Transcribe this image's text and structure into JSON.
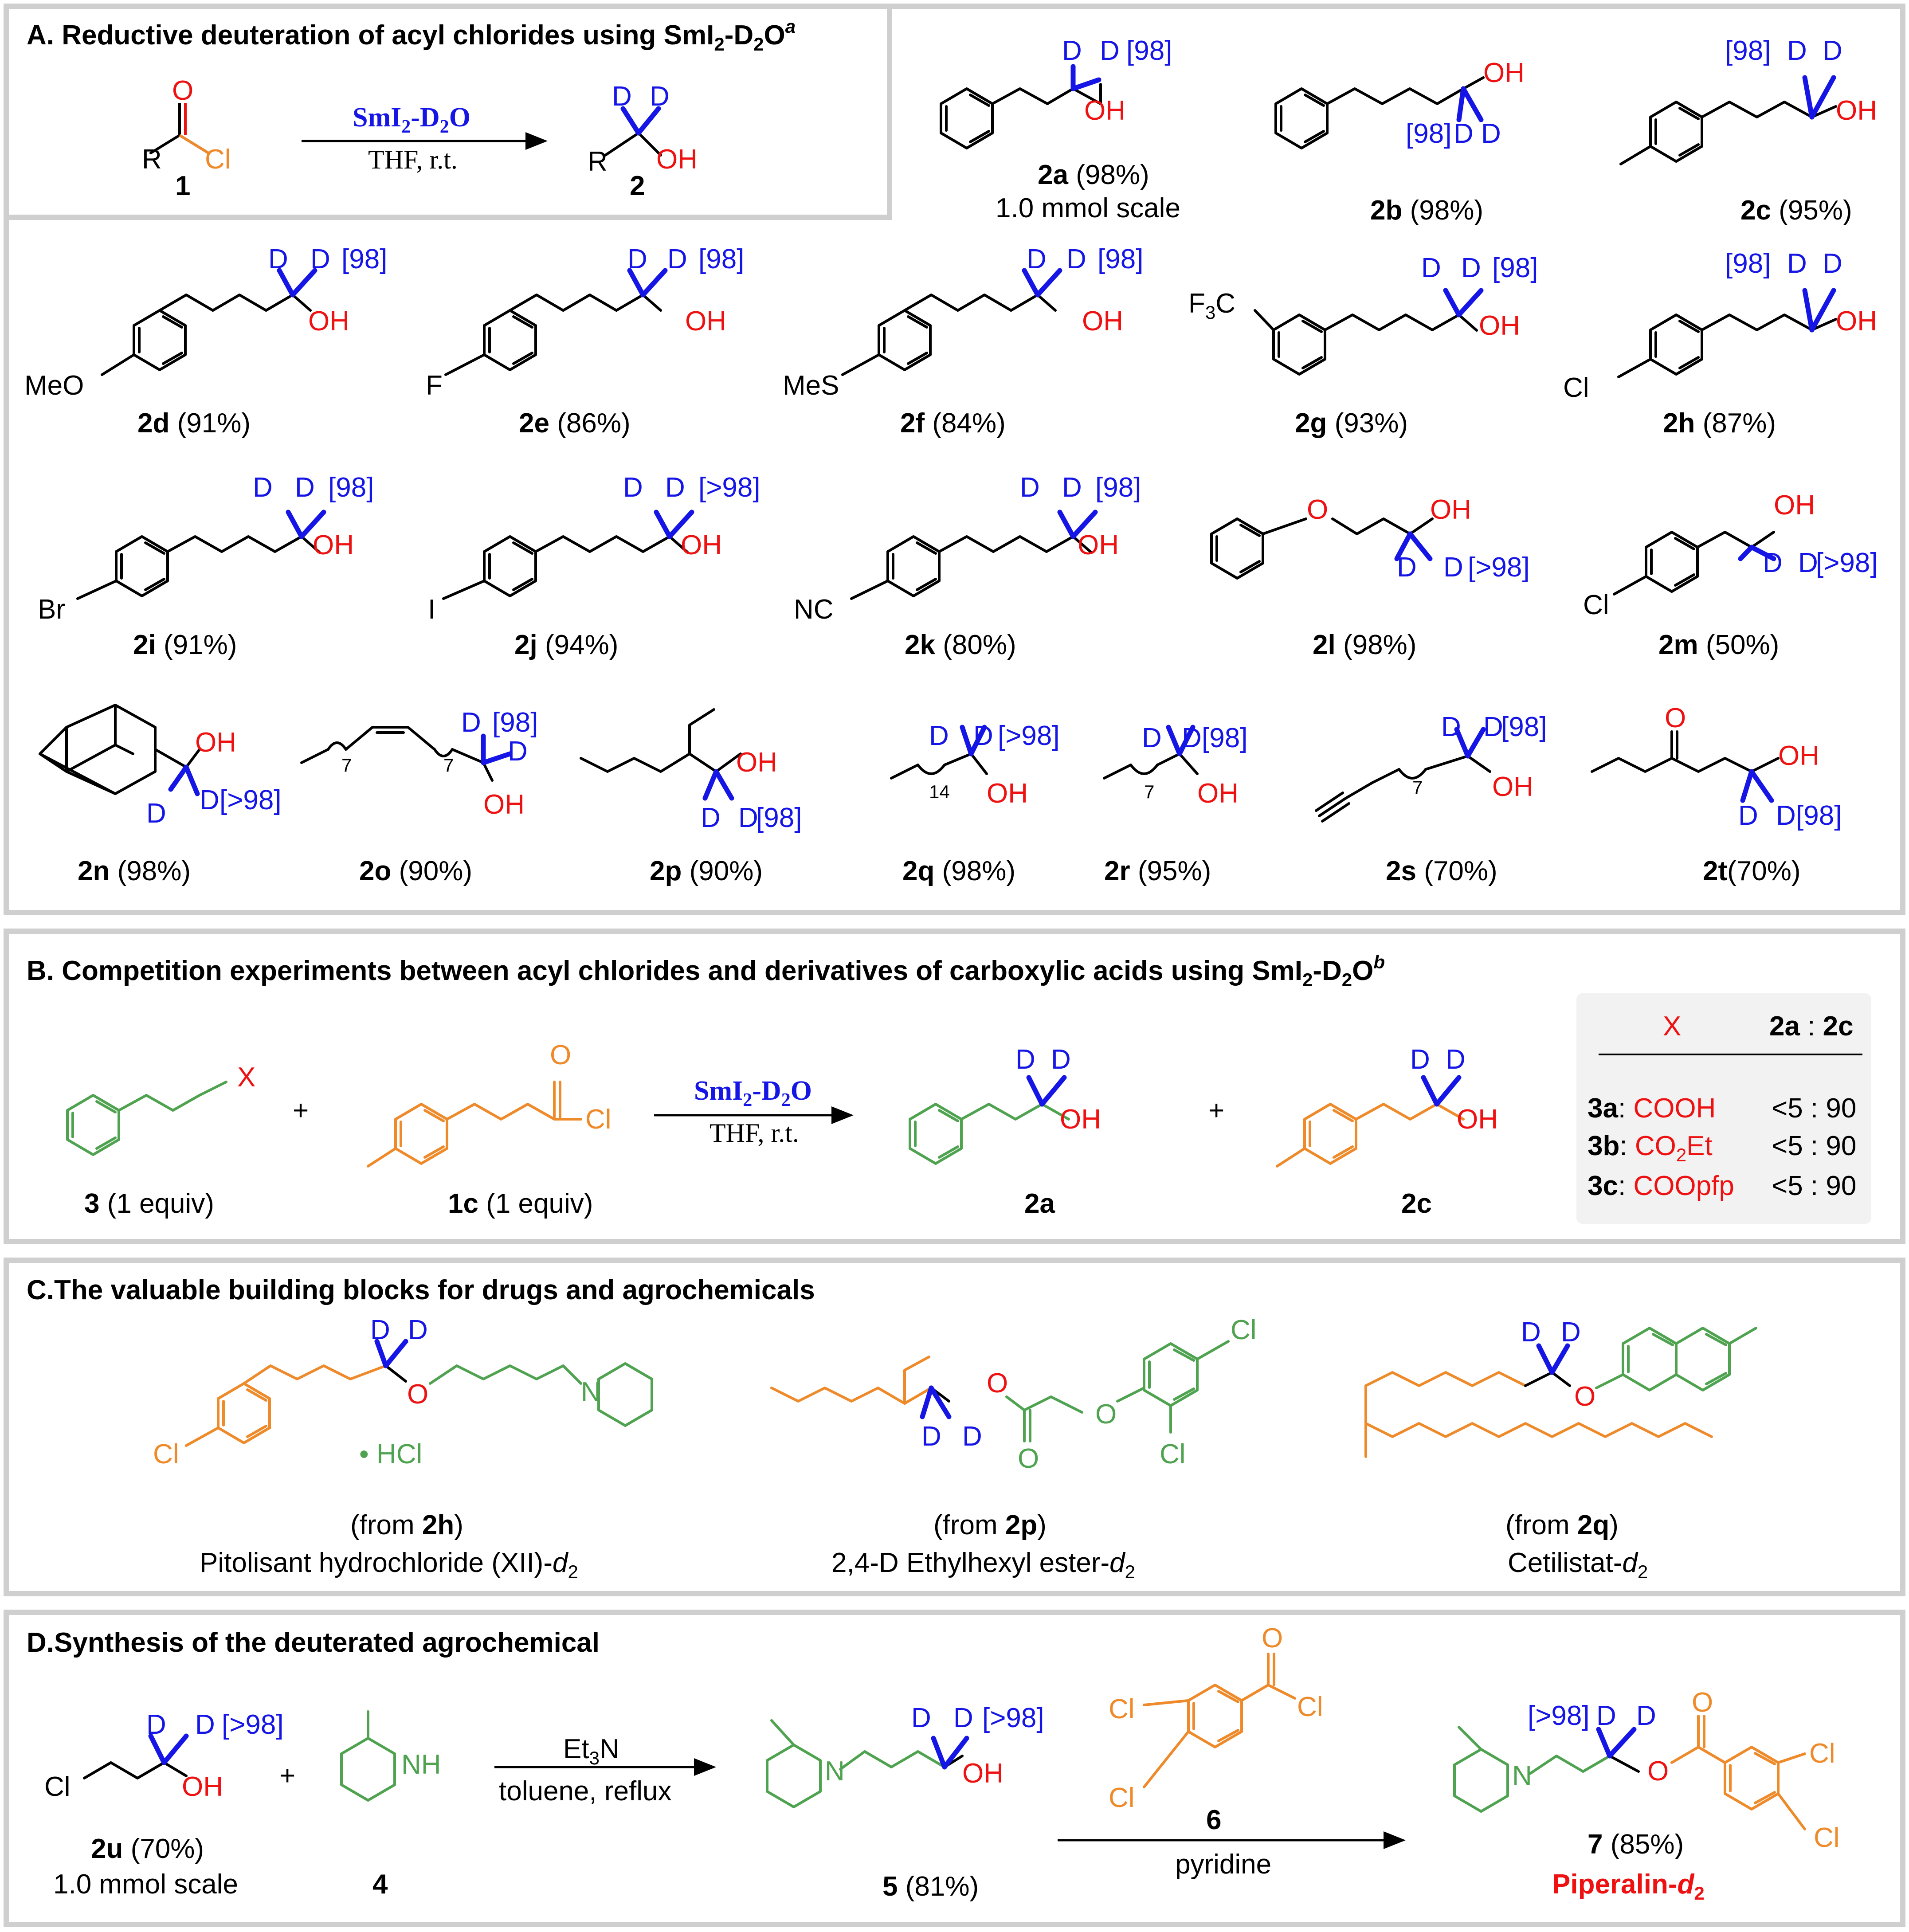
{
  "colors": {
    "deuterium": "#1515e6",
    "oxygen": "#ee1111",
    "green_fragment": "#4fa350",
    "orange_fragment": "#ee8a2a",
    "frame": "#cfcfcf"
  },
  "sectionA": {
    "title": "A. Reductive deuteration of acyl chlorides using SmI",
    "title_sub": "2",
    "title_mid": "-D",
    "title_sub2": "2",
    "title_end": "O",
    "title_sup": "a",
    "reagent": "SmI",
    "reagent_sub": "2",
    "reagent_mid": "-D",
    "reagent_sub2": "2",
    "reagent_end": "O",
    "conditions": "THF, r.t.",
    "substrate_label": "1",
    "product_label": "2",
    "R": "R",
    "Cl": "Cl",
    "O": "O",
    "OH": "OH",
    "D": "D",
    "compounds": [
      {
        "id": "2a",
        "yield": "(98%)",
        "note": "1.0 mmol scale",
        "dinc": "[98]"
      },
      {
        "id": "2b",
        "yield": "(98%)",
        "dinc": "[98]"
      },
      {
        "id": "2c",
        "yield": "(95%)",
        "dinc": "[98]"
      },
      {
        "id": "2d",
        "yield": "(91%)",
        "dinc": "[98]",
        "sub": "MeO"
      },
      {
        "id": "2e",
        "yield": "(86%)",
        "dinc": "[98]",
        "sub": "F"
      },
      {
        "id": "2f",
        "yield": "(84%)",
        "dinc": "[98]",
        "sub": "MeS"
      },
      {
        "id": "2g",
        "yield": "(93%)",
        "dinc": "[98]",
        "sub": "F3C"
      },
      {
        "id": "2h",
        "yield": "(87%)",
        "dinc": "[98]",
        "sub": "Cl"
      },
      {
        "id": "2i",
        "yield": "(91%)",
        "dinc": "[98]",
        "sub": "Br"
      },
      {
        "id": "2j",
        "yield": "(94%)",
        "dinc": "[>98]",
        "sub": "I"
      },
      {
        "id": "2k",
        "yield": "(80%)",
        "dinc": "[98]",
        "sub": "NC"
      },
      {
        "id": "2l",
        "yield": "(98%)",
        "dinc": "[>98]"
      },
      {
        "id": "2m",
        "yield": "(50%)",
        "dinc": "[>98]",
        "sub": "Cl"
      },
      {
        "id": "2n",
        "yield": "(98%)",
        "dinc": "[>98]"
      },
      {
        "id": "2o",
        "yield": "(90%)",
        "dinc": "[98]"
      },
      {
        "id": "2p",
        "yield": "(90%)",
        "dinc": "[98]"
      },
      {
        "id": "2q",
        "yield": "(98%)",
        "dinc": "[>98]",
        "n": "14"
      },
      {
        "id": "2r",
        "yield": "(95%)",
        "dinc": "[98]",
        "n": "7"
      },
      {
        "id": "2s",
        "yield": "(70%)",
        "dinc": "[98]",
        "n": "7"
      },
      {
        "id": "2t",
        "yield": "(70%)",
        "dinc": "[98]"
      }
    ],
    "olefin_n1": "7",
    "olefin_n2": "7"
  },
  "sectionB": {
    "title": "B. Competition experiments between acyl chlorides and derivatives of carboxylic acids using SmI",
    "title_sub": "2",
    "title_mid": "-D",
    "title_sub2": "2",
    "title_end": "O",
    "title_sup": "b",
    "X": "X",
    "plus": "+",
    "reagent": "SmI",
    "conditions": "THF, r.t.",
    "sm1": "3",
    "sm1_note": " (1 equiv)",
    "sm2": "1c",
    "sm2_note": " (1 equiv)",
    "p1": "2a",
    "p2": "2c",
    "table": {
      "header_x": "X",
      "header_a": "2a",
      "header_sep": " : ",
      "header_c": "2c",
      "rows": [
        {
          "id": "3a",
          "sep": ": ",
          "group": "COOH",
          "ratio": "<5 : 90"
        },
        {
          "id": "3b",
          "sep": ": ",
          "group": "CO",
          "group_sub": "2",
          "group_end": "Et",
          "ratio": "<5 : 90"
        },
        {
          "id": "3c",
          "sep": ": ",
          "group": "COOpfp",
          "ratio": "<5 : 90"
        }
      ]
    }
  },
  "sectionC": {
    "title": "C.The valuable building blocks for drugs and agrochemicals",
    "hcl": "• HCl",
    "N": "N",
    "items": [
      {
        "from_pre": "(from ",
        "from_id": "2h",
        "from_post": ")",
        "name": "Pitolisant hydrochloride (XII)-",
        "name_d": "d",
        "name_sub": "2"
      },
      {
        "from_pre": "(from ",
        "from_id": "2p",
        "from_post": ")",
        "name": "2,4-D Ethylhexyl ester-",
        "name_d": "d",
        "name_sub": "2"
      },
      {
        "from_pre": "(from ",
        "from_id": "2q",
        "from_post": ")",
        "name": "Cetilistat-",
        "name_d": "d",
        "name_sub": "2"
      }
    ]
  },
  "sectionD": {
    "title": "D.Synthesis of the deuterated agrochemical",
    "sm": "2u",
    "sm_yield": " (70%)",
    "sm_note": "1.0 mmol scale",
    "amine": "4",
    "NH": "NH",
    "reagent1": "Et",
    "reagent1_sub": "3",
    "reagent1_end": "N",
    "cond1": "toluene, reflux",
    "inter": "5",
    "inter_yield": " (81%)",
    "acyl": "6",
    "cond2": "pyridine",
    "product": "7",
    "product_yield": " (85%)",
    "product_name": "Piperalin-",
    "product_name_d": "d",
    "product_name_sub": "2",
    "dinc_sm": "[>98]",
    "dinc_inter": "[>98]",
    "dinc_prod": "[>98]"
  }
}
